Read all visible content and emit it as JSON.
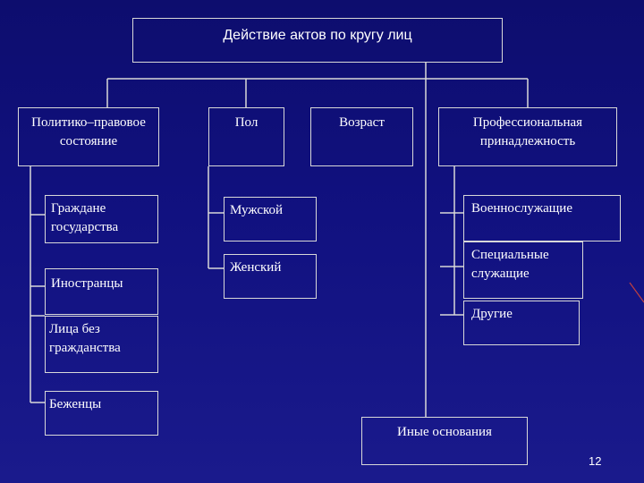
{
  "root": {
    "label": "Действие актов по кругу лиц"
  },
  "categories": {
    "political": "Политико–правовое состояние",
    "sex": "Пол",
    "age": "Возраст",
    "professional": "Профессиональная принадлежность"
  },
  "political_items": [
    "Граждане государства",
    "Иностранцы",
    "Лица без гражданства",
    "Беженцы"
  ],
  "sex_items": [
    "Мужской",
    "Женский"
  ],
  "professional_items": [
    "Военнослужащие",
    "Специальные служащие",
    "Другие"
  ],
  "other_basis": "Иные основания",
  "page_number": "12",
  "colors": {
    "background": "#111180",
    "lines": "#d8d8d8",
    "text": "#ffffff"
  }
}
